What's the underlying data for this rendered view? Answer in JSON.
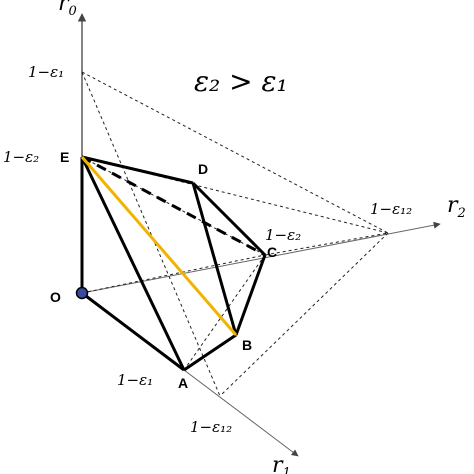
{
  "labels": {
    "inequality": "ε₂ > ε₁",
    "axis_r0": "r",
    "axis_r0_sub": "0",
    "axis_r1": "r",
    "axis_r1_sub": "1",
    "axis_r2": "r",
    "axis_r2_sub": "2",
    "tick_r0_top": "1−ε₁",
    "tick_r0_E": "1−ε₂",
    "tick_r2_C": "1−ε₂",
    "tick_r2_far": "1−ε₁₂",
    "tick_r1_A": "1−ε₁",
    "tick_r1_far": "1−ε₁₂",
    "point_O": "O",
    "point_A": "A",
    "point_B": "B",
    "point_C": "C",
    "point_D": "D",
    "point_E": "E"
  },
  "colors": {
    "line": "#000000",
    "highlight": "#f0b400",
    "axis": "#555555",
    "origin_fill": "#3a4aa0"
  }
}
